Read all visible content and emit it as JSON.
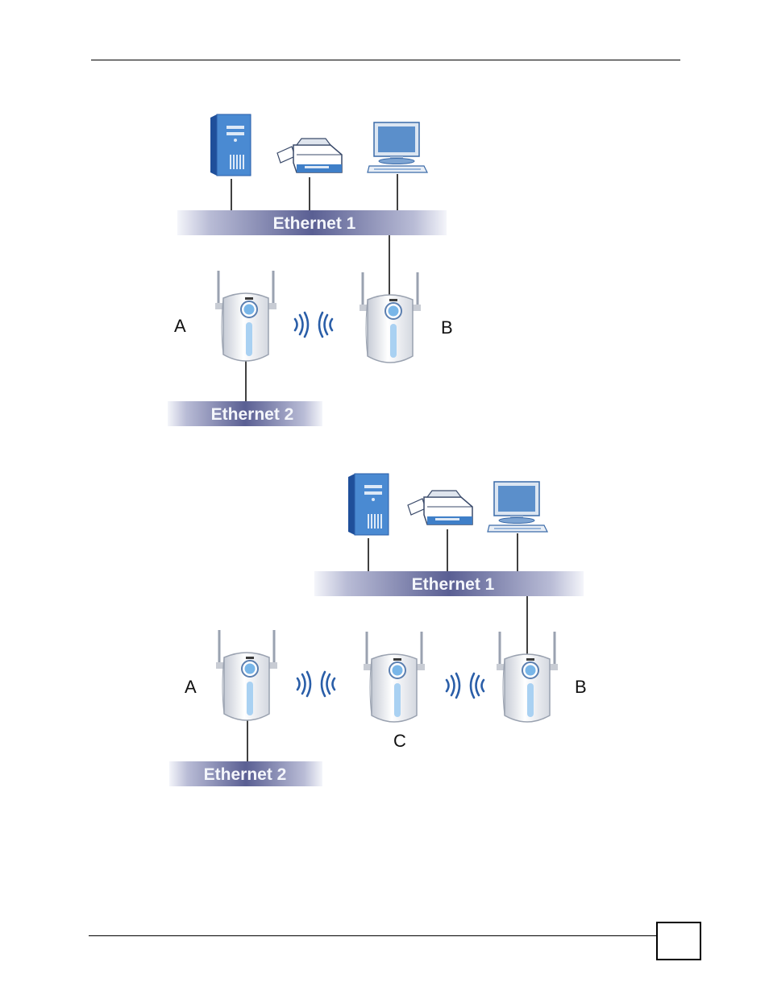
{
  "diagram1": {
    "bus_top": "Ethernet 1",
    "bus_bottom": "Ethernet 2",
    "label_a": "A",
    "label_b": "B"
  },
  "diagram2": {
    "bus_top": "Ethernet 1",
    "bus_bottom": "Ethernet 2",
    "label_a": "A",
    "label_b": "B",
    "label_c": "C"
  },
  "page_number": "",
  "colors": {
    "bus_dark": "#5a5f93",
    "device_blue": "#3f7fc8",
    "ap_blue": "#79b6e8"
  },
  "icons": [
    "server-icon",
    "printer-icon",
    "monitor-icon",
    "access-point-icon",
    "wireless-signal-icon"
  ]
}
